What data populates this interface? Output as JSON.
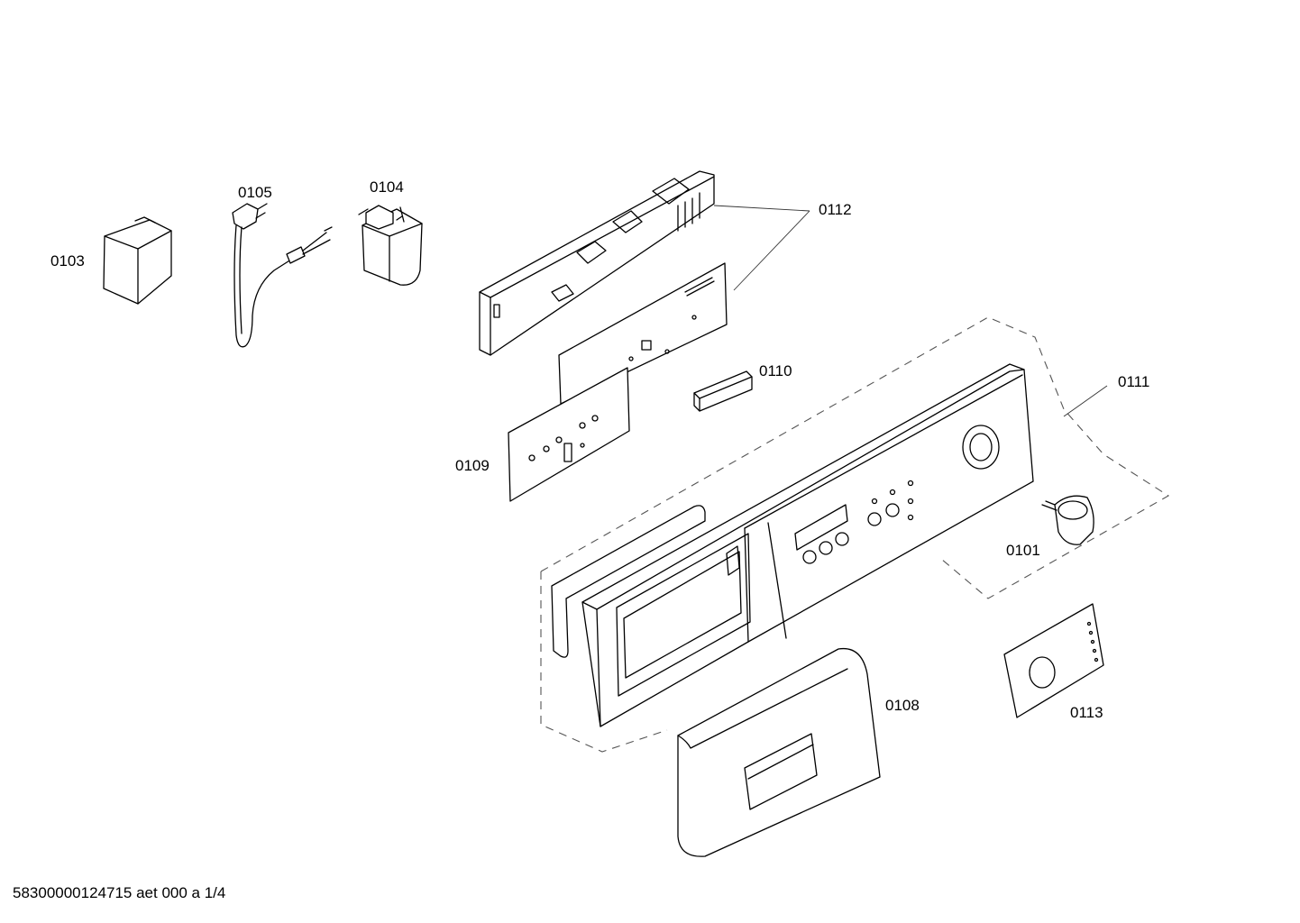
{
  "labels": {
    "p0103": "0103",
    "p0105": "0105",
    "p0104": "0104",
    "p0112": "0112",
    "p0110": "0110",
    "p0111": "0111",
    "p0109": "0109",
    "p0101": "0101",
    "p0108": "0108",
    "p0113": "0113"
  },
  "footer": "58300000124715 aet 000 a 1/4"
}
